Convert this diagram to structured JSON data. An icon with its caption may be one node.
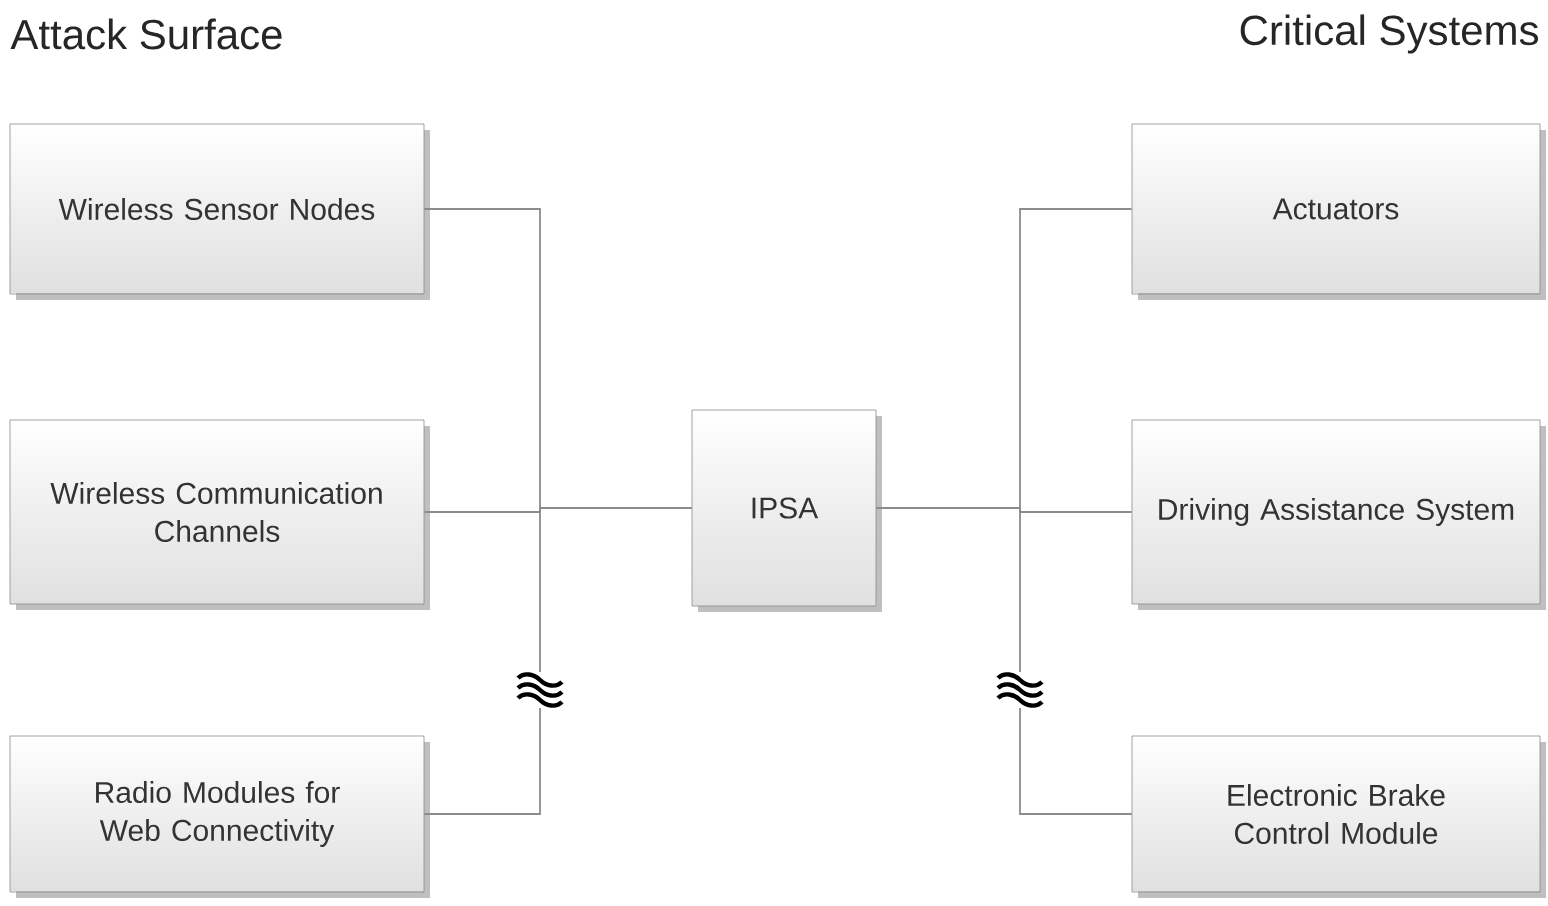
{
  "diagram": {
    "nodes": [
      {
        "text": [
          "Wireless Sensor Nodes"
        ]
      },
      {
        "text": [
          "Wireless Communication Channels"
        ]
      },
      {
        "text": [
          "Radio Modules for Web Connectivity"
        ]
      },
      {
        "text": [
          "IPSA"
        ]
      },
      {
        "text": [
          "Actuators"
        ]
      },
      {
        "text": [
          "Driving Assistance System"
        ]
      },
      {
        "text": [
          "Electronic Brake Control Module"
        ]
      }
    ],
    "edges": [
      {
        "from": 0,
        "to": 3,
        "arrow": "none"
      },
      {
        "from": 1,
        "to": 3,
        "arrow": "none"
      },
      {
        "from": 2,
        "to": 3,
        "arrow": "none"
      },
      {
        "from": 3,
        "to": 4,
        "arrow": "none"
      },
      {
        "from": 3,
        "to": 5,
        "arrow": "none"
      },
      {
        "from": 3,
        "to": 6,
        "arrow": "none"
      }
    ],
    "labels": [
      "Attack Surface",
      "Critical Systems"
    ]
  }
}
